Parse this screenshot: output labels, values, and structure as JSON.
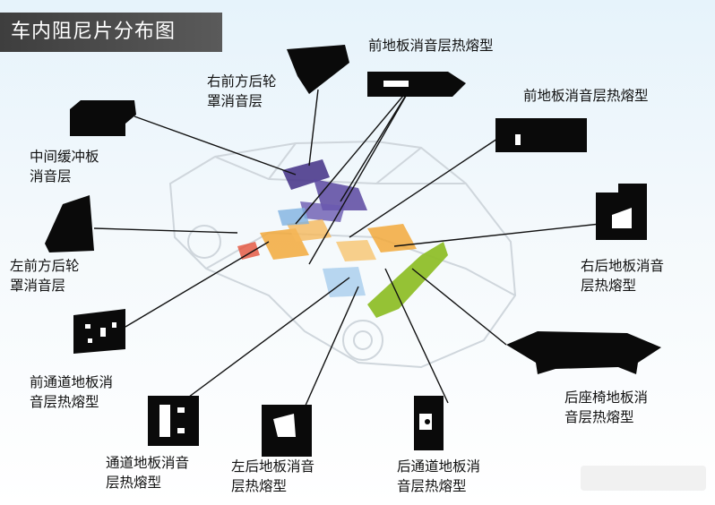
{
  "title": "车内阻尼片分布图",
  "labels": {
    "front_floor_top": "前地板消音层热熔型",
    "front_floor_right": "前地板消音层热熔型",
    "right_front_wheel": "右前方后轮\n罩消音层",
    "middle_buffer": "中间缓冲板\n消音层",
    "left_front_wheel": "左前方后轮\n罩消音层",
    "right_rear_floor": "右后地板消音\n层热熔型",
    "front_tunnel": "前通道地板消\n音层热熔型",
    "rear_seat_floor": "后座椅地板消\n音层热熔型",
    "tunnel_floor": "通道地板消音\n层热熔型",
    "left_rear_floor": "左后地板消音\n层热熔型",
    "rear_tunnel": "后通道地板消\n音层热熔型"
  },
  "colors": {
    "banner": "#4a4a4a",
    "pad": "#0a0a0a",
    "car_outline": "#cfd6dc",
    "purple": "#4b3a8c",
    "orange": "#f2a93b",
    "green": "#8fbf2a",
    "blue": "#7fb2e0"
  }
}
